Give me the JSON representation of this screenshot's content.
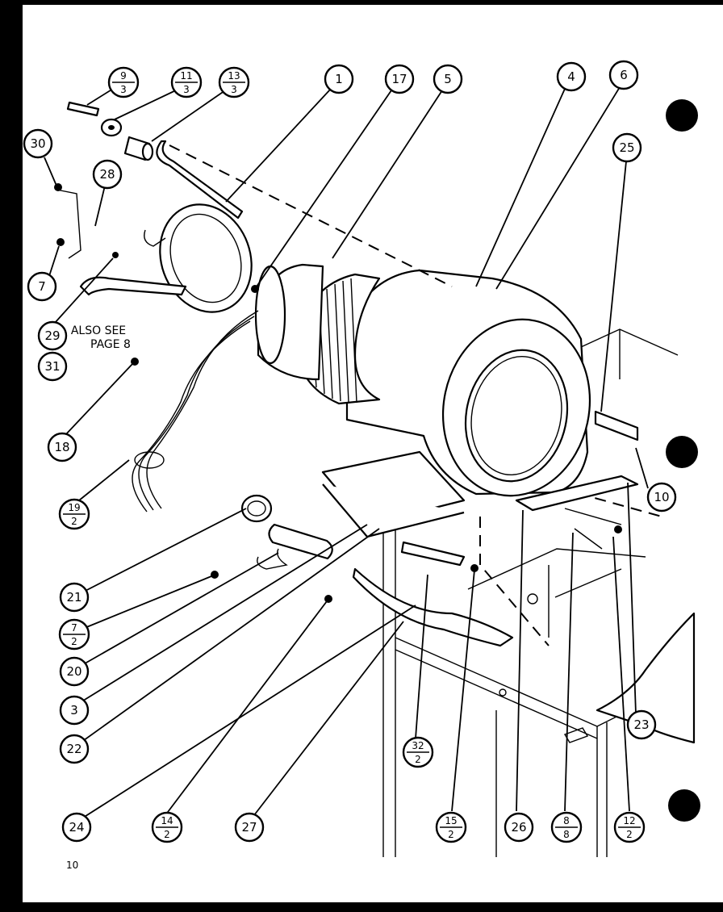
{
  "diagram": {
    "page_number": "10",
    "note_line1": "ALSO SEE",
    "note_line2": "PAGE 8",
    "callouts": [
      {
        "id": "c9_3",
        "num": "9",
        "den": "3"
      },
      {
        "id": "c11_3",
        "num": "11",
        "den": "3"
      },
      {
        "id": "c13_3",
        "num": "13",
        "den": "3"
      },
      {
        "id": "c1",
        "label": "1"
      },
      {
        "id": "c17",
        "label": "17"
      },
      {
        "id": "c5",
        "label": "5"
      },
      {
        "id": "c4",
        "label": "4"
      },
      {
        "id": "c6",
        "label": "6"
      },
      {
        "id": "c25",
        "label": "25"
      },
      {
        "id": "c30",
        "label": "30"
      },
      {
        "id": "c28",
        "label": "28"
      },
      {
        "id": "c7",
        "label": "7"
      },
      {
        "id": "c29",
        "label": "29"
      },
      {
        "id": "c31",
        "label": "31"
      },
      {
        "id": "c18",
        "label": "18"
      },
      {
        "id": "c19_2",
        "num": "19",
        "den": "2"
      },
      {
        "id": "c10",
        "label": "10"
      },
      {
        "id": "c21",
        "label": "21"
      },
      {
        "id": "c7_2",
        "num": "7",
        "den": "2"
      },
      {
        "id": "c20",
        "label": "20"
      },
      {
        "id": "c3",
        "label": "3"
      },
      {
        "id": "c22",
        "label": "22"
      },
      {
        "id": "c23",
        "label": "23"
      },
      {
        "id": "c24",
        "label": "24"
      },
      {
        "id": "c14_2",
        "num": "14",
        "den": "2"
      },
      {
        "id": "c27",
        "label": "27"
      },
      {
        "id": "c32_2",
        "num": "32",
        "den": "2"
      },
      {
        "id": "c15_2",
        "num": "15",
        "den": "2"
      },
      {
        "id": "c26",
        "label": "26"
      },
      {
        "id": "c8_8",
        "num": "8",
        "den": "8"
      },
      {
        "id": "c12_2",
        "num": "12",
        "den": "2"
      }
    ]
  }
}
